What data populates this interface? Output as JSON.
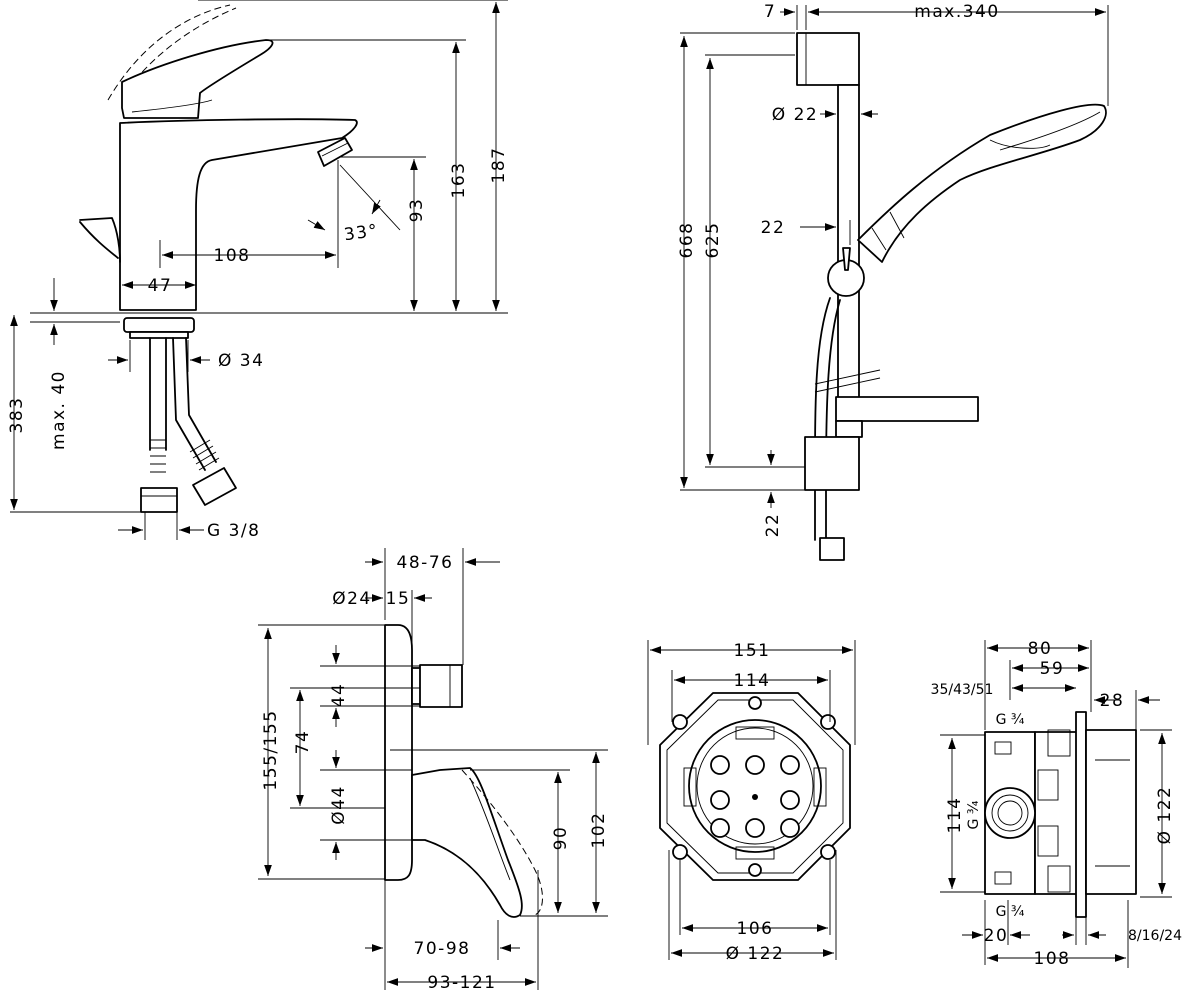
{
  "faucet": {
    "d187": "187",
    "d163": "163",
    "d93": "93",
    "d108": "108",
    "d47": "47",
    "d33deg": "33°",
    "dmax40": "max. 40",
    "d383": "383",
    "dia34": "Ø 34",
    "g38": "G 3/8"
  },
  "shower": {
    "d7": "7",
    "max340": "max.340",
    "dia22": "Ø 22",
    "d22top": "22",
    "d668": "668",
    "d625": "625",
    "d22bot": "22"
  },
  "mixer": {
    "d4876": "48-76",
    "dia24": "Ø24",
    "d15": "15",
    "d155": "155/155",
    "d74": "74",
    "d44": "44",
    "dia44": "Ø44",
    "d90": "90",
    "d102": "102",
    "d7098": "70-98",
    "d93121": "93-121"
  },
  "box_front": {
    "d151": "151",
    "d114": "114",
    "d106": "106",
    "dia122": "Ø 122"
  },
  "box_side": {
    "d80": "80",
    "d59": "59",
    "d354351": "35/43/51",
    "d28": "28",
    "g34top": "G ¾",
    "d114v": "114",
    "g34v": "G ¾",
    "g34bot": "G ¾",
    "dia122v": "Ø 122",
    "d20": "20",
    "d8": "8/16/24",
    "d108": "108"
  }
}
